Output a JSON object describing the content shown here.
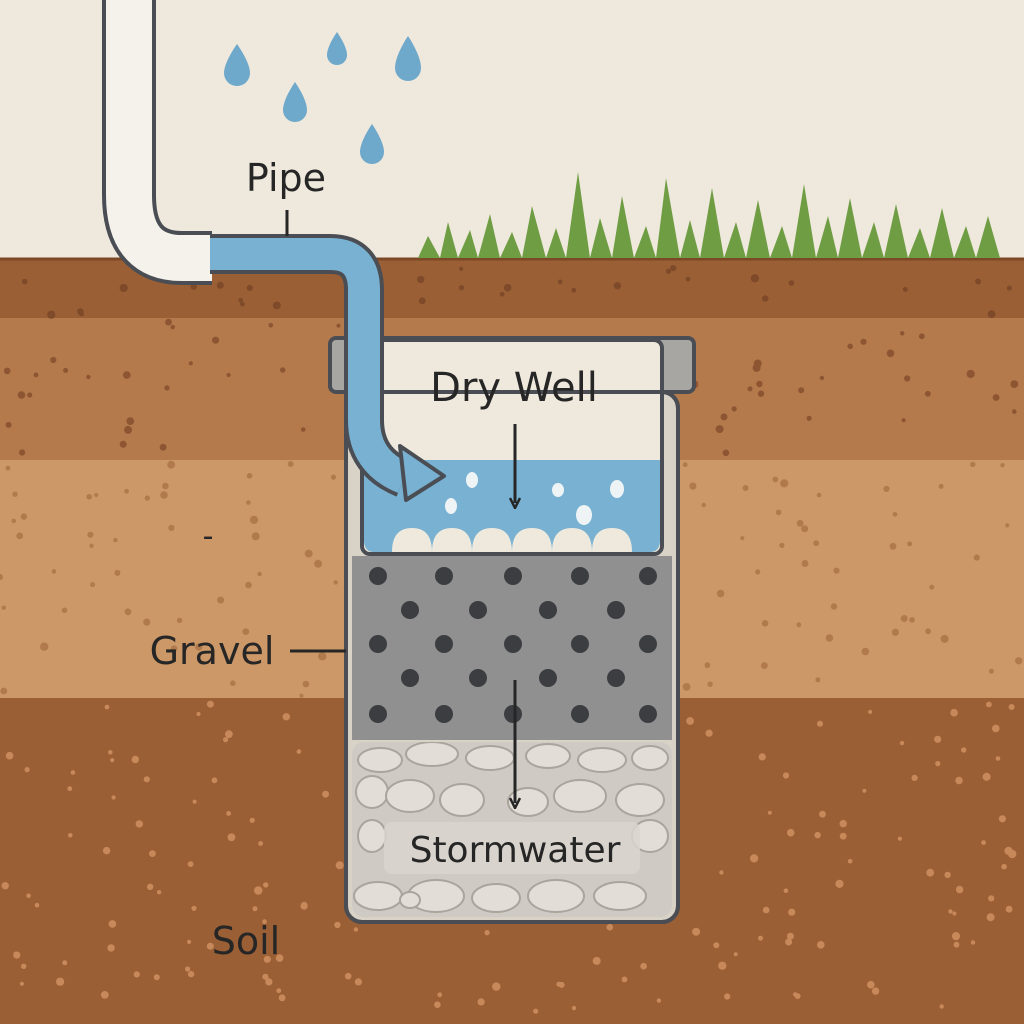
{
  "labels": {
    "pipe": "Pipe",
    "dry_well": "Dry Well",
    "gravel": "Gravel",
    "stormwater": "Stormwater",
    "soil": "Soil",
    "dash": "-"
  },
  "colors": {
    "sky": "#efe8dc",
    "topsoil": "#9a5f35",
    "soil_band_2": "#b47a4c",
    "soil_band_3": "#cd9868",
    "deep_soil": "#9b5f36",
    "grass": "#6f9d43",
    "water": "#78b1d1",
    "pipe_white": "#f5f2ec",
    "outline": "#4a4e54",
    "gravel_fill": "#909090",
    "rock_fill": "#cfcbc4",
    "rock_stone": "#e2ded7",
    "text": "#262626"
  },
  "icons": [
    "rain-drop-icon",
    "down-arrow-icon",
    "inflow-arrow-icon"
  ]
}
